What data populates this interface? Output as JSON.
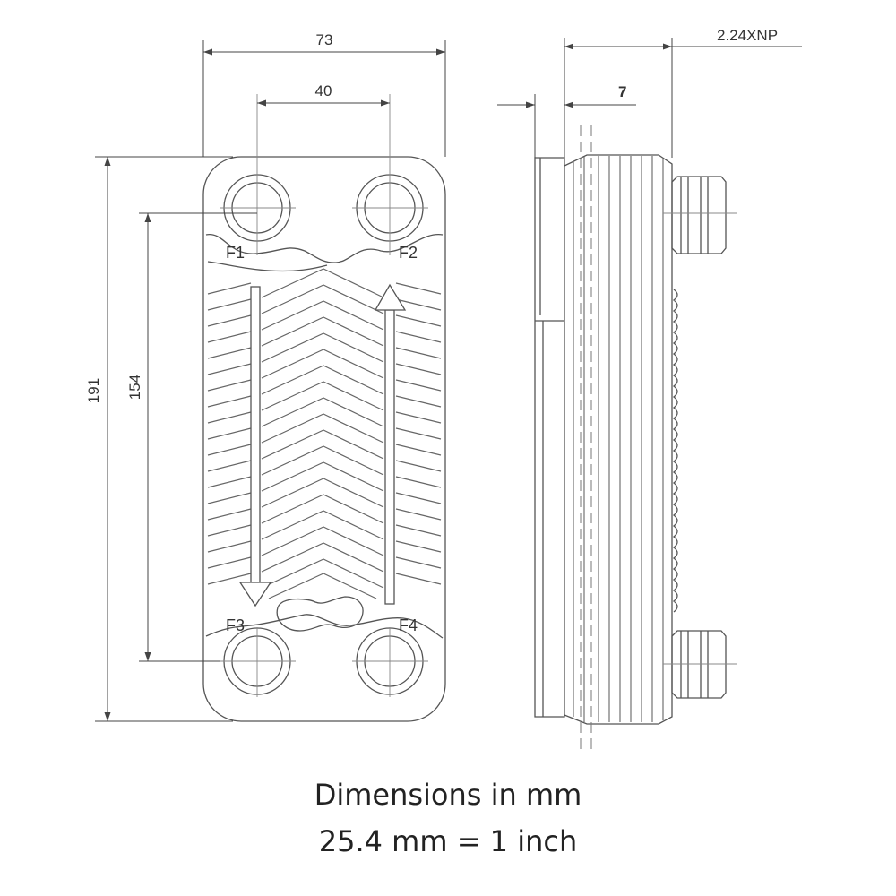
{
  "dimensions": {
    "overall_width": "73",
    "port_spacing": "40",
    "overall_height": "191",
    "port_center_height": "154",
    "plate_thickness": "7",
    "model": "2.24XNP"
  },
  "ports": [
    "F1",
    "F2",
    "F3",
    "F4"
  ],
  "caption": {
    "line1": "Dimensions in mm",
    "line2": "25.4 mm = 1 inch"
  },
  "colors": {
    "line": "#555555",
    "text": "#333333"
  }
}
